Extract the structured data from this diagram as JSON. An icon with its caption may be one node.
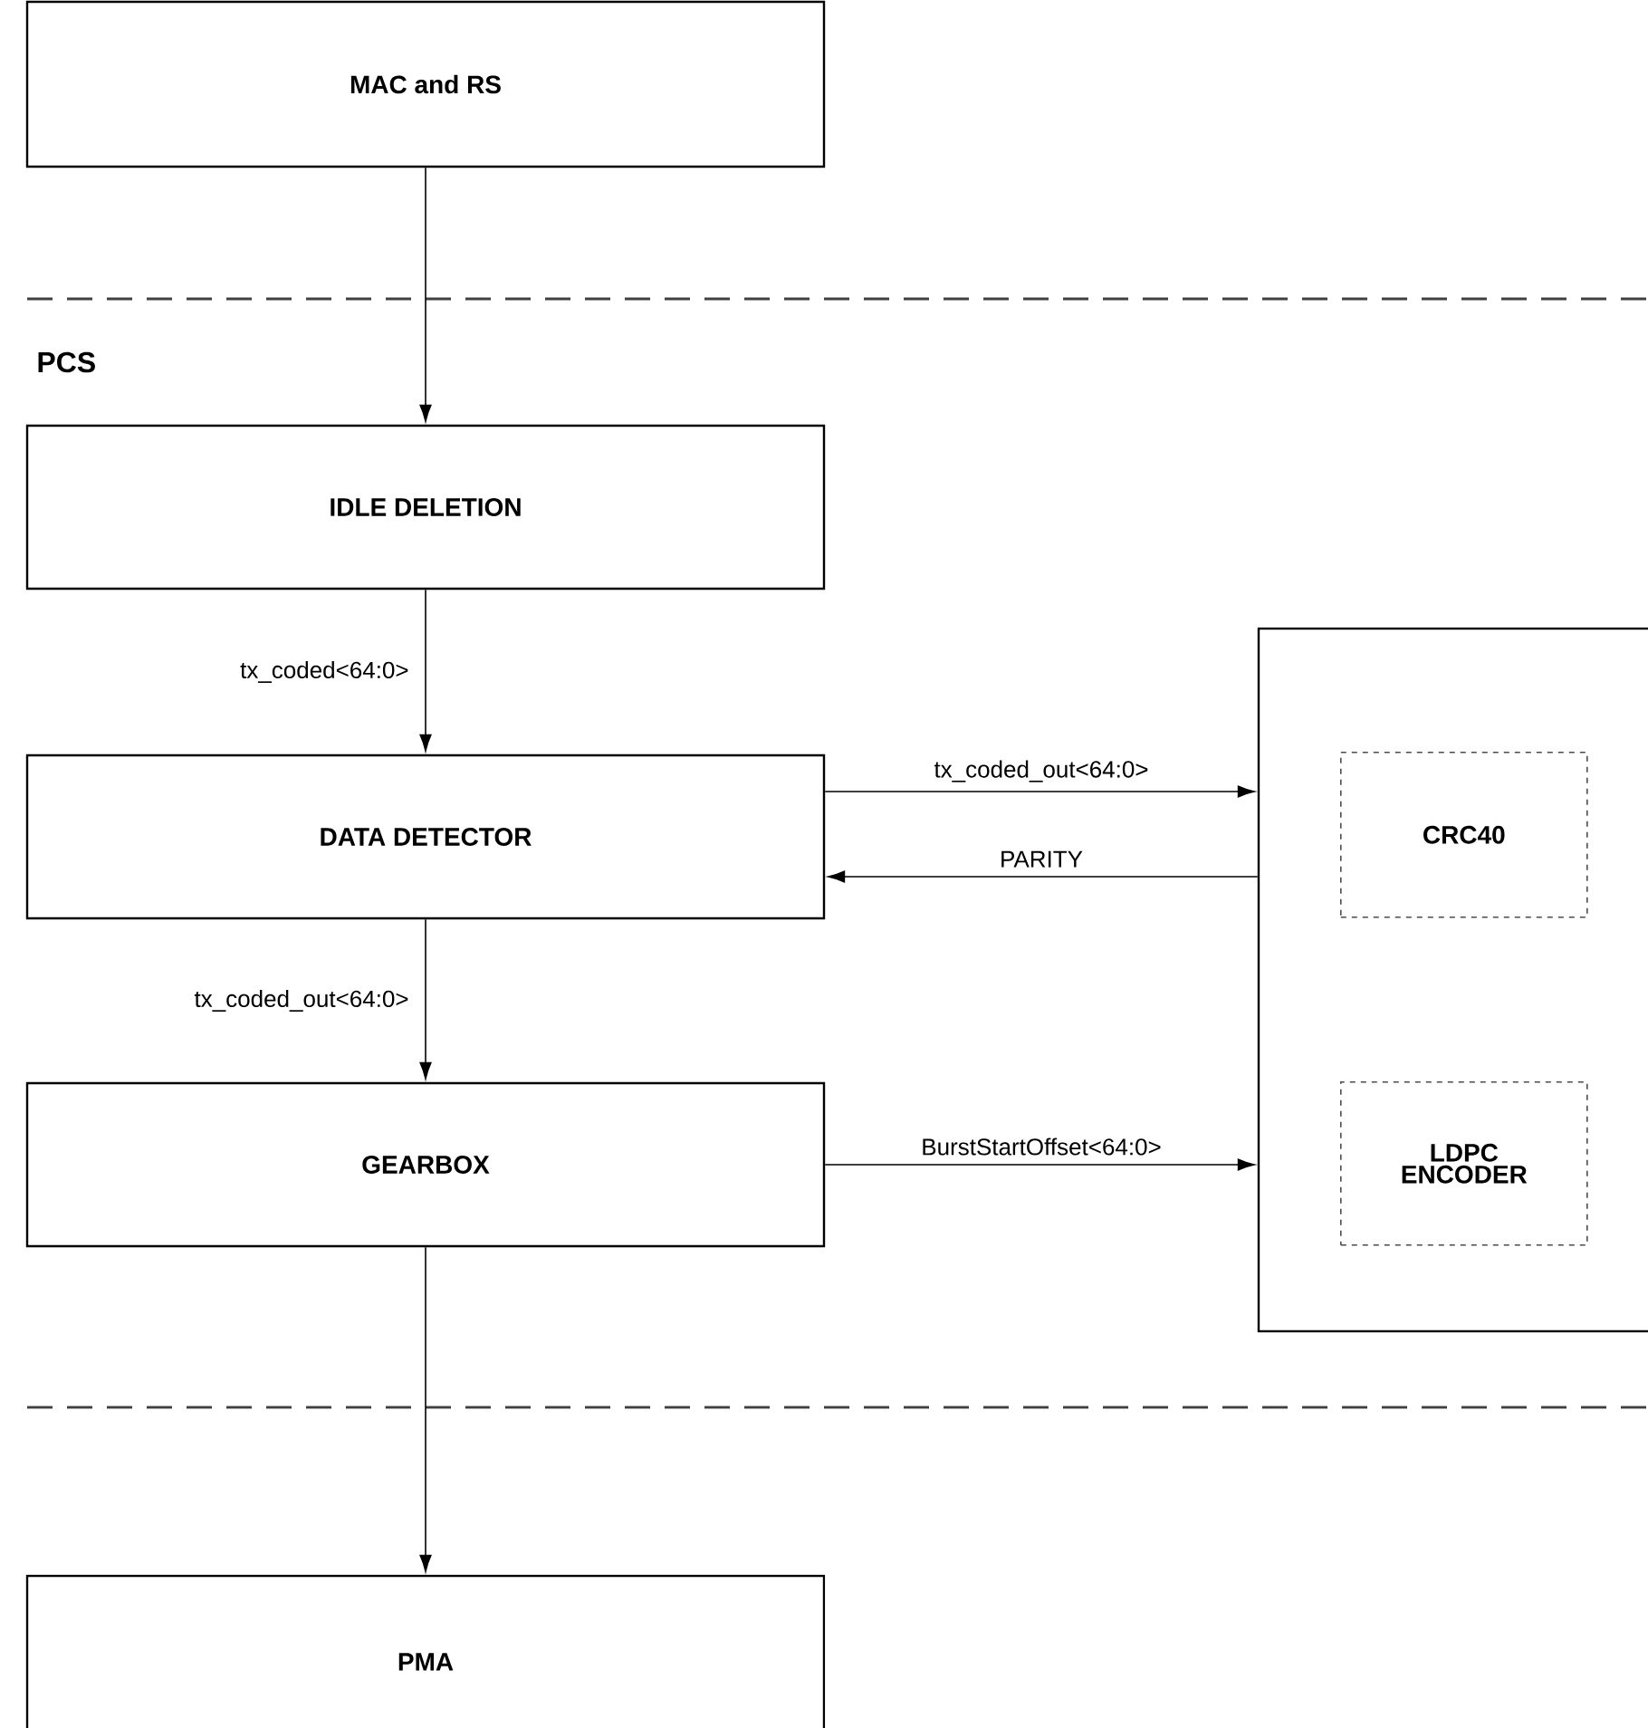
{
  "diagram": {
    "nodes": [
      {
        "text": [
          "MAC and RS"
        ]
      },
      {
        "text": [
          "IDLE DELETION"
        ]
      },
      {
        "text": [
          "DATA DETECTOR"
        ]
      },
      {
        "text": [
          "GEARBOX"
        ]
      },
      {
        "text": [
          "PMA"
        ]
      },
      {
        "text": [],
        "shape": "box"
      },
      {
        "text": [
          "CRC40"
        ],
        "in": 5
      },
      {
        "text": [
          "LDPC ENCODER"
        ],
        "in": 5
      }
    ],
    "edges": [
      {
        "from": 0,
        "to": 1,
        "arrow": "to"
      },
      {
        "from": 1,
        "to": 2,
        "arrow": "to",
        "label": "tx_coded<64:0>"
      },
      {
        "from": 2,
        "to": 3,
        "arrow": "to",
        "label": "tx_coded_out<64:0>"
      },
      {
        "from": 3,
        "to": 4,
        "arrow": "to"
      },
      {
        "from": 2,
        "to": 5,
        "arrow": "to",
        "label": "tx_coded_out<64:0>"
      },
      {
        "from": 5,
        "to": 2,
        "arrow": "to",
        "label": "PARITY"
      },
      {
        "from": 3,
        "to": 5,
        "arrow": "to",
        "label": "BurstStartOffset<64:0>"
      }
    ],
    "labels": [
      "PCS"
    ]
  }
}
